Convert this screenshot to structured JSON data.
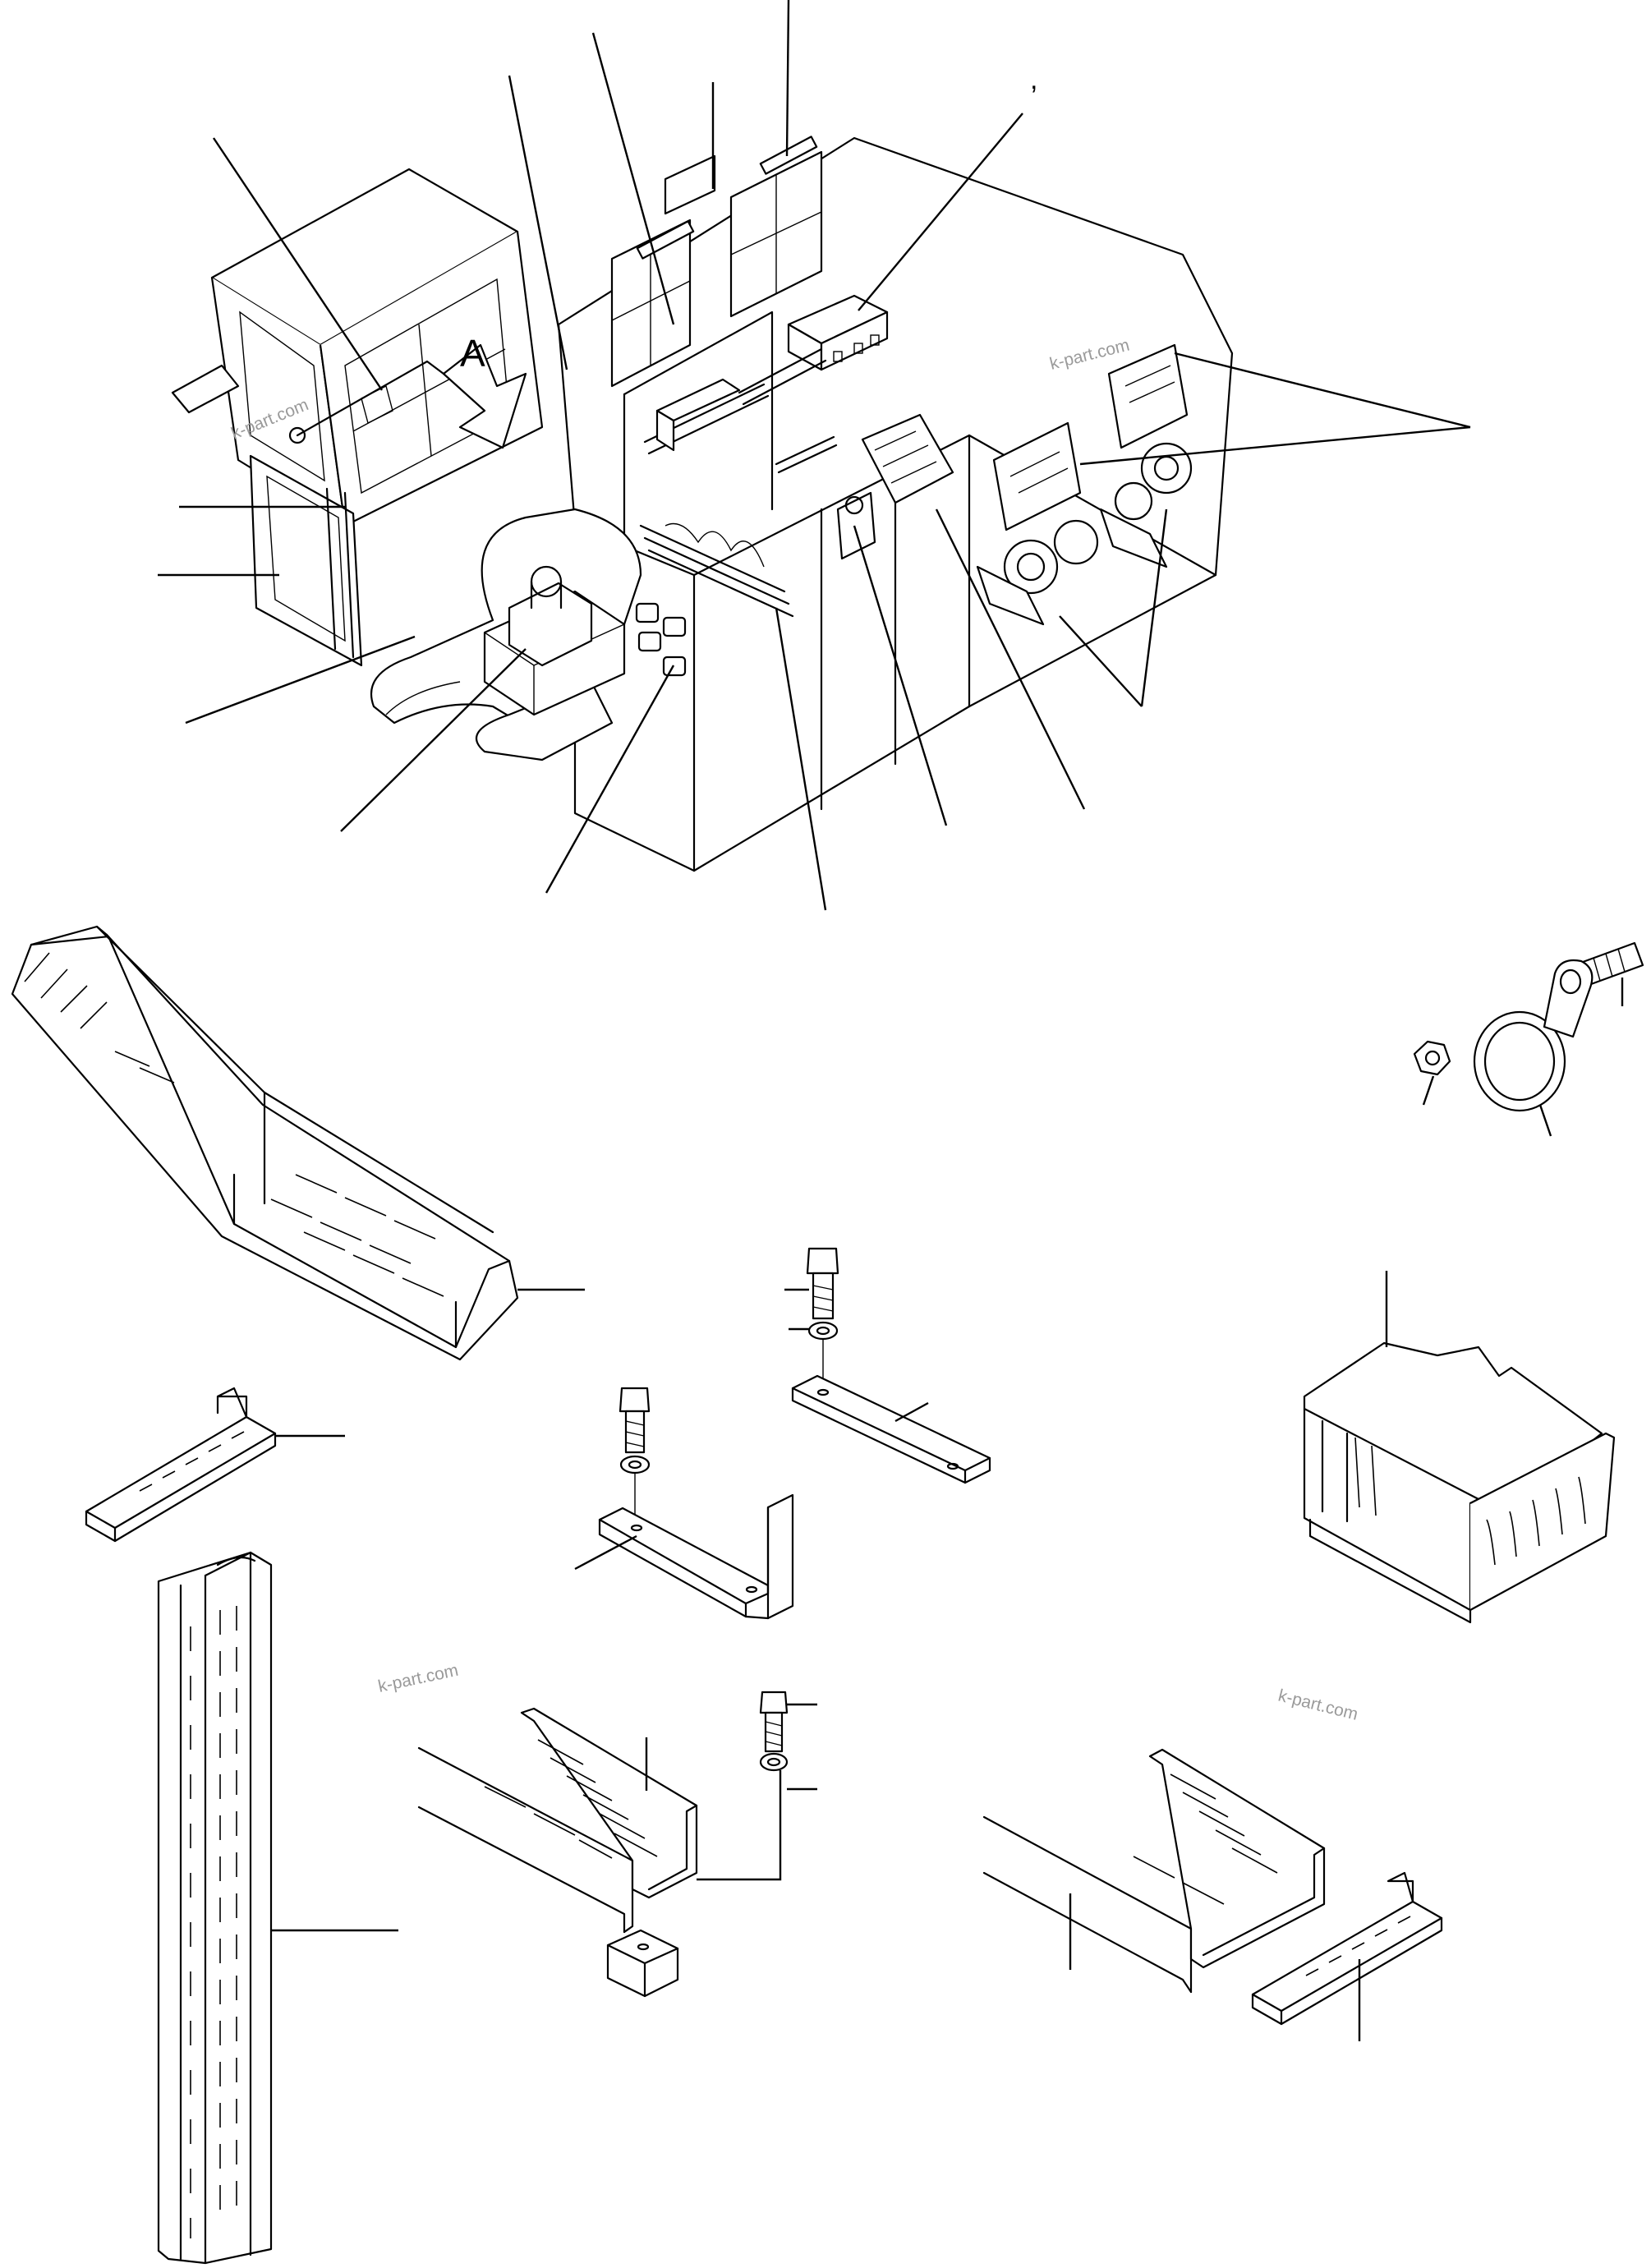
{
  "view_label": "A",
  "marks": [
    ","
  ],
  "watermarks": [
    "k-part.com",
    "k-part.com",
    "k-part.com",
    "k-part.com"
  ]
}
